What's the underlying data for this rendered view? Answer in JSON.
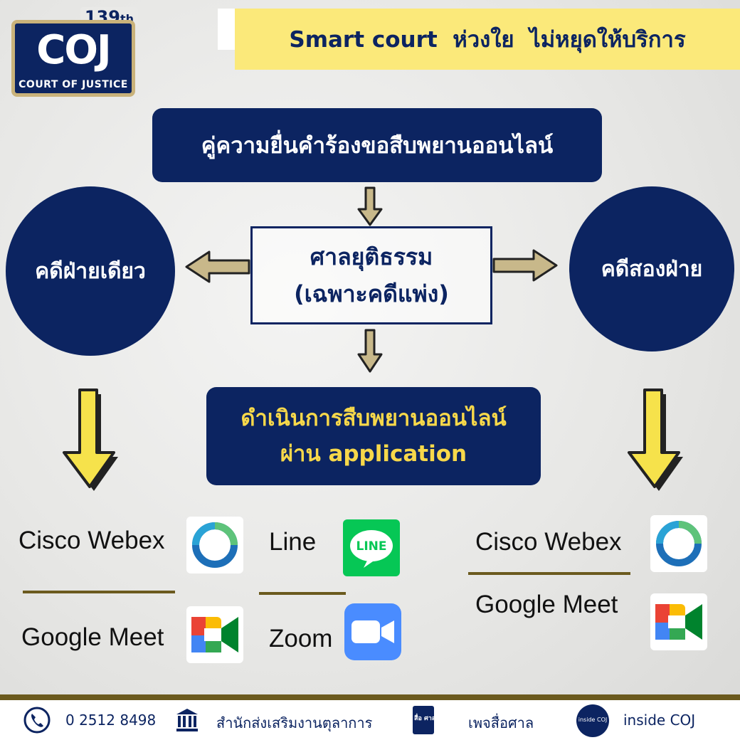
{
  "logo": {
    "number": "139",
    "suffix": "th",
    "main": "COJ",
    "subtitle": "COURT OF JUSTICE"
  },
  "banner": {
    "text": "Smart court  ห่วงใย  ไม่หยุดให้บริการ"
  },
  "flow": {
    "request": "คู่ความยื่นคำร้องขอสืบพยานออนไลน์",
    "court_line1": "ศาลยุติธรรม",
    "court_line2": "(เฉพาะคดีแพ่ง)",
    "left_circle": "คดีฝ่ายเดียว",
    "right_circle": "คดีสองฝ่าย",
    "process_line1": "ดำเนินการสืบพยานออนไลน์",
    "process_line2": "ผ่าน application"
  },
  "apps": {
    "left": [
      "Cisco Webex",
      "Google Meet"
    ],
    "middle": [
      "Line",
      "Zoom"
    ],
    "right": [
      "Cisco Webex",
      "Google Meet"
    ],
    "line_icon_text": "LINE"
  },
  "footer": {
    "phone": "0 2512 8498",
    "office": "สำนักส่งเสริมงานตุลาการ",
    "page_icon_text": "สื่อ ศาล",
    "page": "เพจสื่อศาล",
    "inside_icon_text": "inside COJ",
    "inside": "inside COJ"
  },
  "colors": {
    "navy": "#0c2461",
    "yellow_banner": "#fbe97a",
    "gold_text": "#f7d84a",
    "arrow_tan": "#c8b88a",
    "arrow_yellow": "#f6e24b",
    "divider": "#6b5a1e"
  }
}
